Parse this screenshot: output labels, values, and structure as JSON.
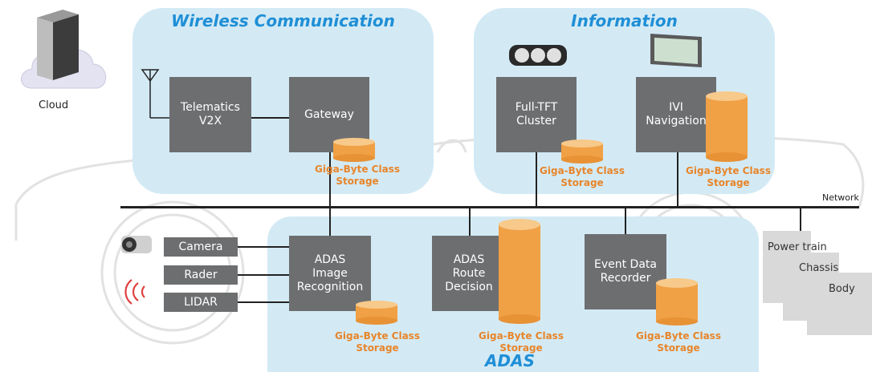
{
  "zones": {
    "wireless": "Wireless Communication",
    "information": "Information",
    "adas": "ADAS"
  },
  "cloud": {
    "label": "Cloud"
  },
  "network": {
    "label": "Network"
  },
  "boxes": {
    "telematics": [
      "Telematics",
      "V2X"
    ],
    "gateway": [
      "Gateway"
    ],
    "cluster": [
      "Full-TFT",
      "Cluster"
    ],
    "ivi": [
      "IVI",
      "Navigation"
    ],
    "adas_image": [
      "ADAS",
      "Image",
      "Recognition"
    ],
    "adas_route": [
      "ADAS",
      "Route",
      "Decision"
    ],
    "event": [
      "Event Data",
      "Recorder"
    ]
  },
  "sensors": {
    "camera": "Camera",
    "rader": "Rader",
    "lidar": "LIDAR"
  },
  "storage": {
    "line1": "Giga-Byte Class",
    "line2": "Storage"
  },
  "vehicle": {
    "power": "Power train",
    "chassis": "Chassis",
    "body": "Body"
  },
  "colors": {
    "zone": "#d3eaf5",
    "title": "#1f8fd6",
    "box": "#6d6e70",
    "storage": "#f0a045",
    "storage_text": "#e8852a"
  },
  "icons": [
    "server-icon",
    "cloud-icon",
    "antenna-icon",
    "camera-device-icon",
    "display-monitor-icon",
    "front-camera-icon",
    "radar-waves-icon",
    "storage-cylinder-icon"
  ]
}
